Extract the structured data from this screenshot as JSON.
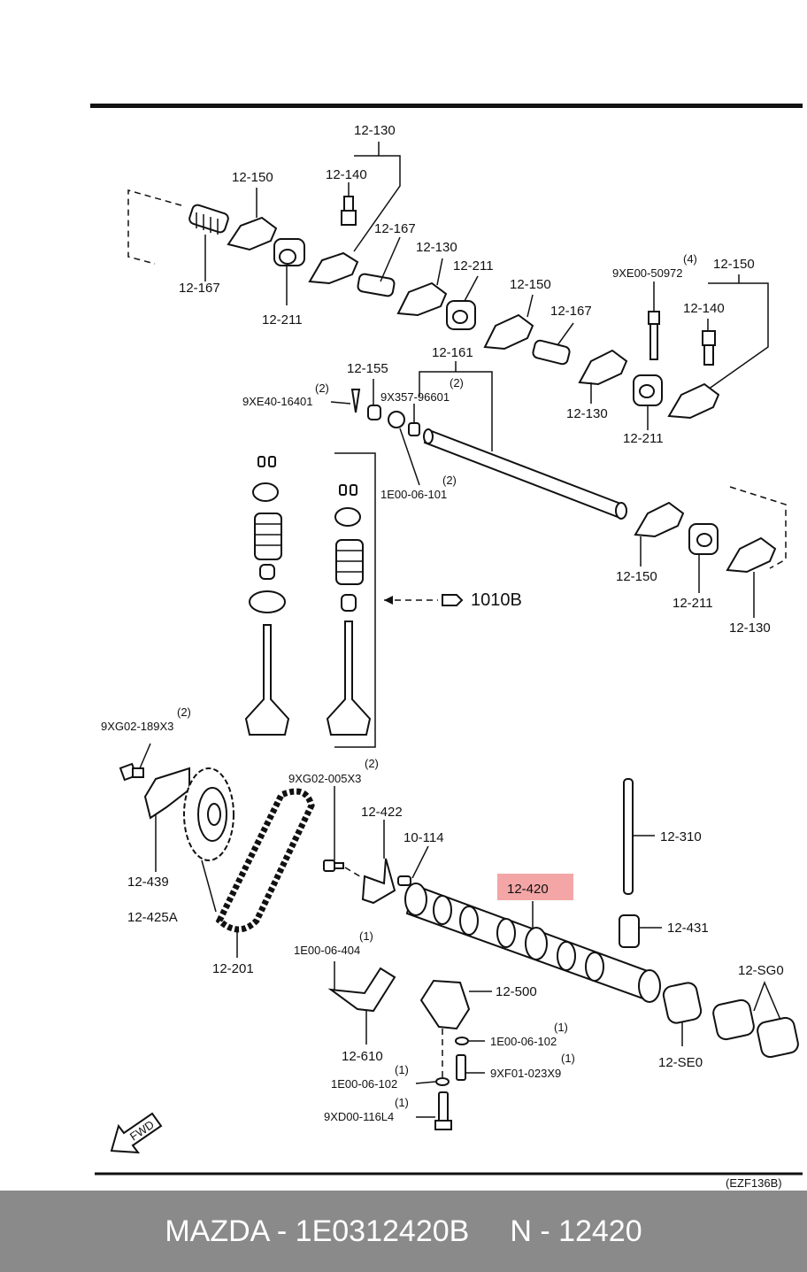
{
  "labels": {
    "rocker_arm_assy_top": "12-130",
    "bolt_top": "12-140",
    "rocker_left": "12-150",
    "spring_left": "12-167",
    "spacer_left": "12-211",
    "spring_mid": "12-167",
    "rocker_mid": "12-130",
    "spacer_mid": "12-211",
    "rocker_mid2": "12-150",
    "spring_right": "12-167",
    "bolt_right_code": "9XE00-50972",
    "bolt_right_qty": "(4)",
    "assy_right": "12-150",
    "bolt_right": "12-140",
    "shaft": "12-161",
    "plug": "12-155",
    "pin_code": "9XE40-16401",
    "pin_qty": "(2)",
    "plug2_code": "9X357-96601",
    "plug2_qty": "(2)",
    "washer_code": "1E00-06-101",
    "washer_qty": "(2)",
    "rocker_r_mid": "12-130",
    "spacer_r_mid": "12-211",
    "rocker_low_left": "12-150",
    "spacer_low": "12-211",
    "rocker_low_right": "12-130",
    "valve_ref": "1010B",
    "bolt_sprocket_code": "9XG02-189X3",
    "bolt_sprocket_qty": "(2)",
    "plate": "12-439",
    "sprocket": "12-425A",
    "chain": "12-201",
    "bolt_tensioner_code": "9XG02-005X3",
    "bolt_tensioner_qty": "(2)",
    "tensioner": "12-422",
    "pin": "10-114",
    "camshaft": "12-420",
    "pushrod": "12-310",
    "tappet": "12-431",
    "washer2_code": "1E00-06-404",
    "washer2_qty": "(1)",
    "lever": "12-610",
    "housing": "12-500",
    "washer3_code": "1E00-06-102",
    "washer3_qty": "(1)",
    "bolt3_code": "9XF01-023X9",
    "bolt3_qty": "(1)",
    "washer4_code": "1E00-06-102",
    "washer4_qty": "(1)",
    "bolt4_code": "9XD00-116L4",
    "bolt4_qty": "(1)",
    "bearing_left": "12-SE0",
    "bearing_right": "12-SG0",
    "fwd": "FWD",
    "diagram_code": "(EZF136B)"
  },
  "highlight_color": "#f4a6a6",
  "footer": {
    "brand_part": "MAZDA - 1E0312420B",
    "ref": "N - 12420"
  }
}
